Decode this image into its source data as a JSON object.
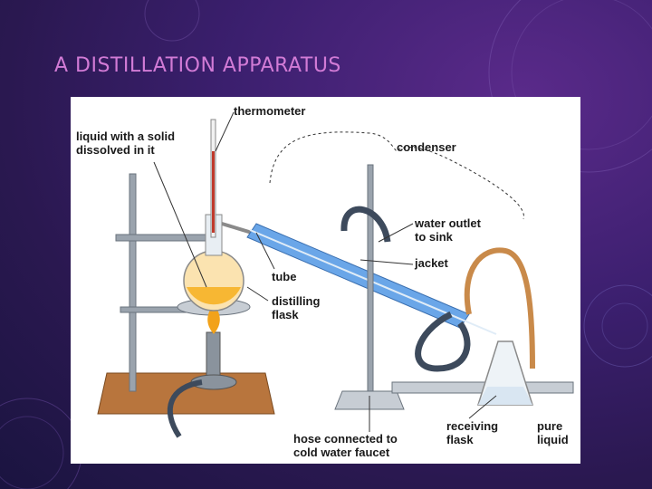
{
  "slide": {
    "title": "A DISTILLATION APPARATUS"
  },
  "figure": {
    "labels": {
      "thermometer": "thermometer",
      "liquid": "liquid with a solid\ndissolved in it",
      "condenser": "condenser",
      "water_outlet": "water outlet\nto sink",
      "jacket": "jacket",
      "tube": "tube",
      "distilling_flask": "distilling\nflask",
      "hose": "hose connected to\ncold water faucet",
      "receiving_flask": "receiving\nflask",
      "pure_liquid": "pure\nliquid"
    }
  },
  "colors": {
    "title": "#d27bd6",
    "background": "#2f1a5c",
    "flame": "#f2a21a",
    "liquid": "#f7b733",
    "condenser_jacket": "#6aa6e8",
    "hose": "#3d4a5c",
    "copper_tube": "#c98a4a",
    "base": "#b8753d"
  }
}
